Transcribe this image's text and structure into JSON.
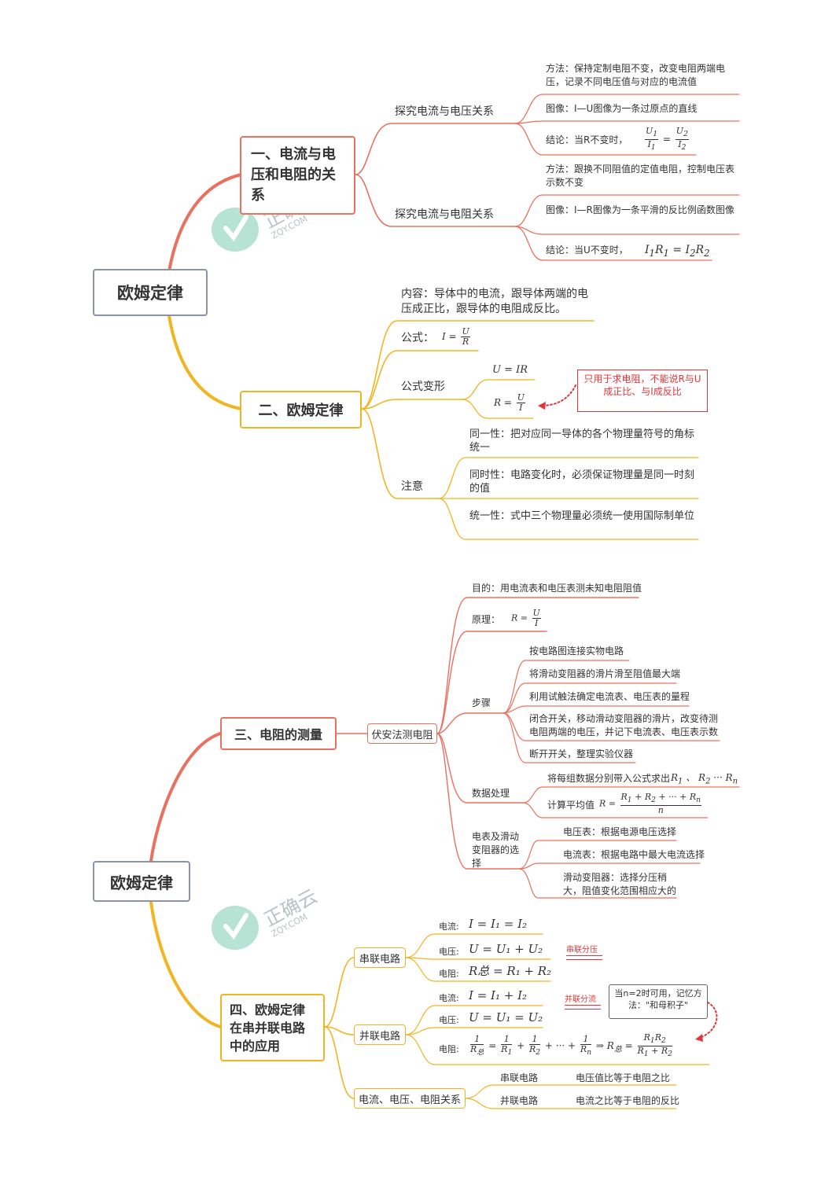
{
  "map1": {
    "root": "欧姆定律",
    "branch1": {
      "title": "一、电流与电压和电阻的关系",
      "sub1": {
        "label": "探究电流与电压关系",
        "method": "方法：保持定制电阻不变，改变电阻两端电压，记录不同电压值与对应的电流值",
        "graph": "图像：I—U图像为一条过原点的直线",
        "conclusion": "结论：当R不变时，",
        "formula": "U₁/I₁ = U₂/I₂"
      },
      "sub2": {
        "label": "探究电流与电阻关系",
        "method": "方法：跟换不同阻值的定值电阻，控制电压表示数不变",
        "graph": "图像：I—R图像为一条平滑的反比例函数图像",
        "conclusion": "结论：当U不变时，",
        "formula": "I₁R₁ = I₂R₂"
      }
    },
    "branch2": {
      "title": "二、欧姆定律",
      "content": "内容：导体中的电流，跟导体两端的电压成正比，跟导体的电阻成反比。",
      "formula_label": "公式：",
      "formula": "I = U/R",
      "transform_label": "公式变形",
      "transform1": "U = IR",
      "transform2": "R = U/I",
      "note": "只用于求电阻，不能说R与U成正比、与I成反比",
      "attention_label": "注意",
      "attention": [
        "同一性：把对应同一导体的各个物理量符号的角标统一",
        "同时性：电路变化时，必须保证物理量是同一时刻的值",
        "统一性：式中三个物理量必须统一使用国际制单位"
      ]
    }
  },
  "map2": {
    "root": "欧姆定律",
    "branch3": {
      "title": "三、电阻的测量",
      "method": "伏安法测电阻",
      "purpose": "目的：用电流表和电压表测未知电阻阻值",
      "principle_label": "原理：",
      "principle": "R = U/I",
      "steps_label": "步骤",
      "steps": [
        "按电路图连接实物电路",
        "将滑动变阻器的滑片滑至阻值最大端",
        "利用试触法确定电流表、电压表的量程",
        "闭合开关，移动滑动变阻器的滑片，改变待测电阻两端的电压，并记下电流表、电压表示数",
        "断开开关，整理实验仪器"
      ],
      "data_label": "数据处理",
      "data1": "将每组数据分别带入公式求出",
      "data1_formula": "R₁ 、 R₂ ··· Rₙ",
      "data2": "计算平均值",
      "data2_formula": "R = (R₁ + R₂ + ··· + Rₙ)/n",
      "select_label": "电表及滑动变阻器的选择",
      "select": [
        "电压表：根据电源电压选择",
        "电流表：根据电路中最大电流选择",
        "滑动变阻器：选择分压稍大，阻值变化范围相应大的"
      ]
    },
    "branch4": {
      "title": "四、欧姆定律在串并联电路中的应用",
      "series": {
        "label": "串联电路",
        "current_label": "电流:",
        "current": "I = I₁ = I₂",
        "voltage_label": "电压:",
        "voltage": "U = U₁ + U₂",
        "voltage_mark": "串联分压",
        "resistance_label": "电阻:",
        "resistance": "R总 = R₁ + R₂"
      },
      "parallel": {
        "label": "并联电路",
        "current_label": "电流:",
        "current": "I = I₁ + I₂",
        "current_mark": "并联分流",
        "voltage_label": "电压:",
        "voltage": "U = U₁ = U₂",
        "resistance_label": "电阻:",
        "resistance": "1/R总 = 1/R₁ + 1/R₂ + ··· + 1/Rₙ ⇒ R总 = R₁R₂/(R₁ + R₂)",
        "note": "当n=2时可用，记忆方法：\"和母积子\""
      },
      "relation": {
        "label": "电流、电压、电阻关系",
        "series_label": "串联电路",
        "series_text": "电压值比等于电阻之比",
        "parallel_label": "并联电路",
        "parallel_text": "电流之比等于电阻的反比"
      }
    }
  },
  "watermark": {
    "text": "正确云",
    "sub": "ZQY.COM"
  },
  "colors": {
    "red": "#ea7060",
    "orange": "#f2b522",
    "root_border": "#8c93a6",
    "note_red": "#e4353a",
    "watermark_green": "#b7e3d5"
  }
}
